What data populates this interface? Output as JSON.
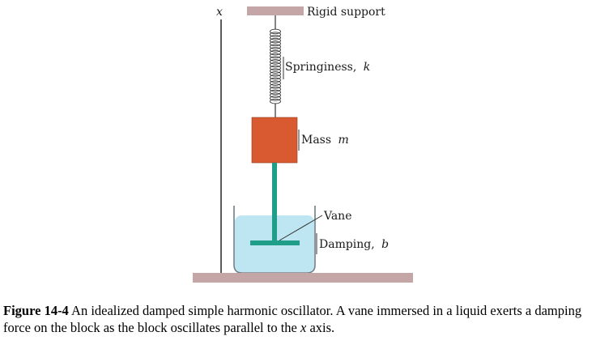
{
  "diagram": {
    "axis_label": "x",
    "support_label": "Rigid support",
    "spring_label": "Springiness,",
    "spring_symbol": "k",
    "mass_label": "Mass",
    "mass_symbol": "m",
    "vane_label": "Vane",
    "damping_label": "Damping,",
    "damping_symbol": "b",
    "colors": {
      "support": "#c4a6a6",
      "floor": "#c4a6a6",
      "mass": "#d95a30",
      "vane": "#1f9e8a",
      "liquid": "#bde6f2",
      "beaker": "#6f7f88"
    }
  },
  "caption": {
    "figure_number": "Figure 14-4",
    "text_before_var": " An idealized damped simple harmonic oscillator. A vane immersed in a liquid exerts a damping force on the block as the block oscillates parallel to the ",
    "var": "x",
    "text_after_var": " axis."
  }
}
